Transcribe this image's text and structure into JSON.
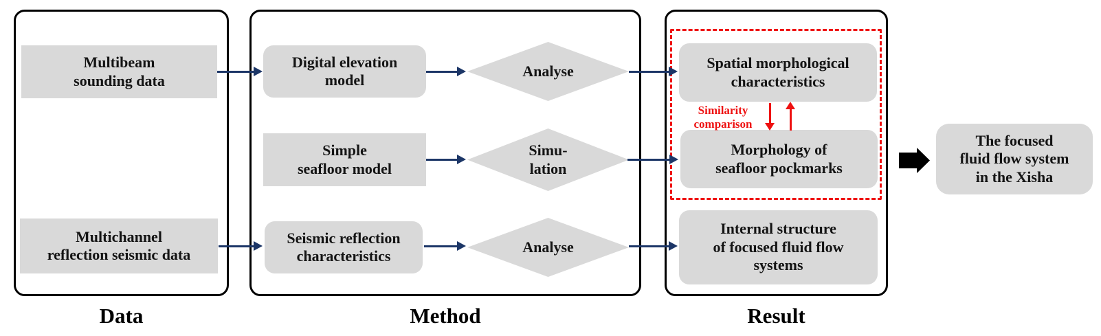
{
  "colors": {
    "node_fill": "#d9d9d9",
    "container_border": "#000000",
    "flow_arrow_navy": "#1c3667",
    "accent_red": "#ee1111",
    "text": "#141414"
  },
  "icons": {
    "flow_arrow": "navy-line-arrow-right",
    "similarity_down_arrow": "red-arrow-down",
    "similarity_up_arrow": "red-arrow-up",
    "result_to_final_arrow": "black-block-arrow-right"
  },
  "columns": {
    "data": {
      "label": "Data"
    },
    "method": {
      "label": "Method"
    },
    "result": {
      "label": "Result"
    }
  },
  "nodes": {
    "multibeam": {
      "text": "Multibeam\nsounding data"
    },
    "multichannel": {
      "text": "Multichannel\nreflection seismic data"
    },
    "dem": {
      "text": "Digital elevation\nmodel"
    },
    "simple_seafloor": {
      "text": "Simple\nseafloor model"
    },
    "seismic_reflection": {
      "text": "Seismic reflection\ncharacteristics"
    },
    "analyse_top": {
      "text": "Analyse"
    },
    "simulation": {
      "text": "Simu-\nlation"
    },
    "analyse_bottom": {
      "text": "Analyse"
    },
    "spatial": {
      "text": "Spatial morphological\ncharacteristics"
    },
    "morphology": {
      "text": "Morphology of\nseafloor pockmarks"
    },
    "internal": {
      "text": "Internal structure\nof focused fluid flow\nsystems"
    },
    "final": {
      "text": "The focused\nfluid flow system\nin the Xisha"
    }
  },
  "annotations": {
    "similarity": {
      "text": "Similarity\ncomparison"
    }
  }
}
